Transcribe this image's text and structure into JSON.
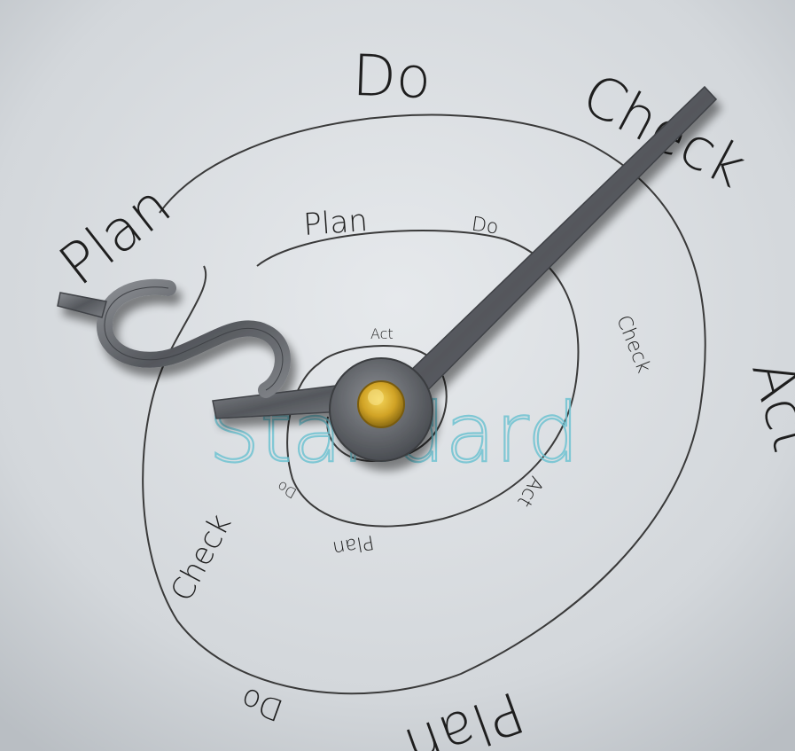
{
  "labels": {
    "outer": {
      "do": "Do",
      "check": "Check",
      "act": "Act",
      "plan_top": "Plan",
      "plan_bottom": "Plan",
      "check_left": "Check",
      "do_bottom": "Do"
    },
    "middle": {
      "plan": "Plan",
      "do": "Do",
      "check": "Check",
      "act": "Act",
      "plan_bottom": "Plan",
      "do_bottom": "Do"
    },
    "inner": {
      "act": "Act"
    },
    "center_word": "Standard"
  },
  "colors": {
    "paper": "#d6dade",
    "pencil": "#2a2a2a",
    "standard_text": "#6fc3d2",
    "hand_metal": "#5e6166",
    "hub_gold": "#c79a1e"
  },
  "icons": {
    "clock_hand": "clock-minute-hand-icon"
  }
}
